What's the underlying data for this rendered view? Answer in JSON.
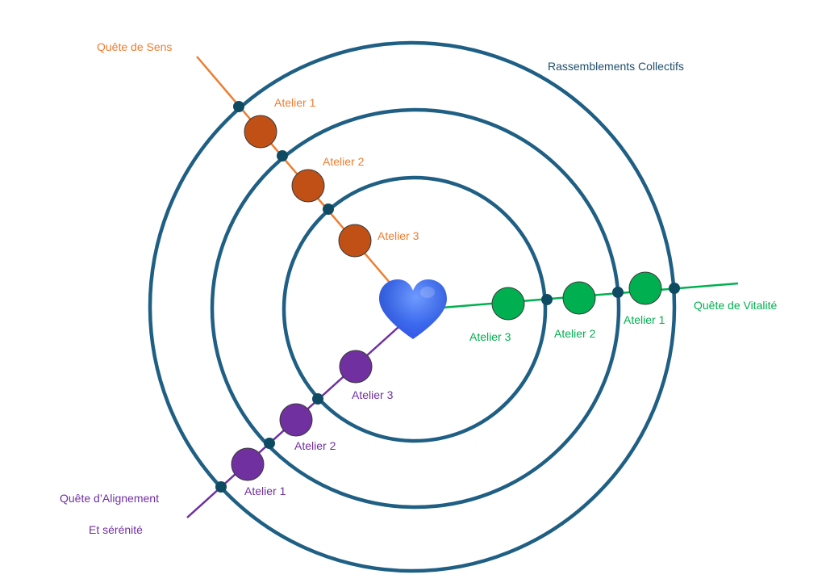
{
  "diagram": {
    "title_ring_label": "Rassemblements Collectifs",
    "center": {
      "icon": "heart-icon",
      "color": "#3D6BF0"
    },
    "colors": {
      "ring": "#1F5F84",
      "junction": "#0F4A63",
      "orange_line": "#ED7D31",
      "orange_node": "#C05016",
      "purple_line": "#7030A0",
      "purple_node": "#7030A0",
      "green_line": "#00B050",
      "green_node": "#00B050"
    },
    "rings": [
      {
        "name": "inner-ring",
        "level": 3
      },
      {
        "name": "middle-ring",
        "level": 2
      },
      {
        "name": "outer-ring",
        "level": 1
      }
    ],
    "branches": [
      {
        "id": "sens",
        "name": "Quête de Sens",
        "color_key": "orange",
        "label_lines": [
          "Quête de Sens"
        ],
        "ateliers": [
          "Atelier 1",
          "Atelier 2",
          "Atelier 3"
        ]
      },
      {
        "id": "vitalite",
        "name": "Quête de Vitalité",
        "color_key": "green",
        "label_lines": [
          "Quête de Vitalité"
        ],
        "ateliers": [
          "Atelier 1",
          "Atelier 2",
          "Atelier 3"
        ]
      },
      {
        "id": "alignement",
        "name": "Quête d’Alignement Et sérénité",
        "color_key": "purple",
        "label_lines": [
          "Quête d’Alignement",
          "Et sérénité"
        ],
        "ateliers": [
          "Atelier 1",
          "Atelier 2",
          "Atelier 3"
        ]
      }
    ]
  }
}
